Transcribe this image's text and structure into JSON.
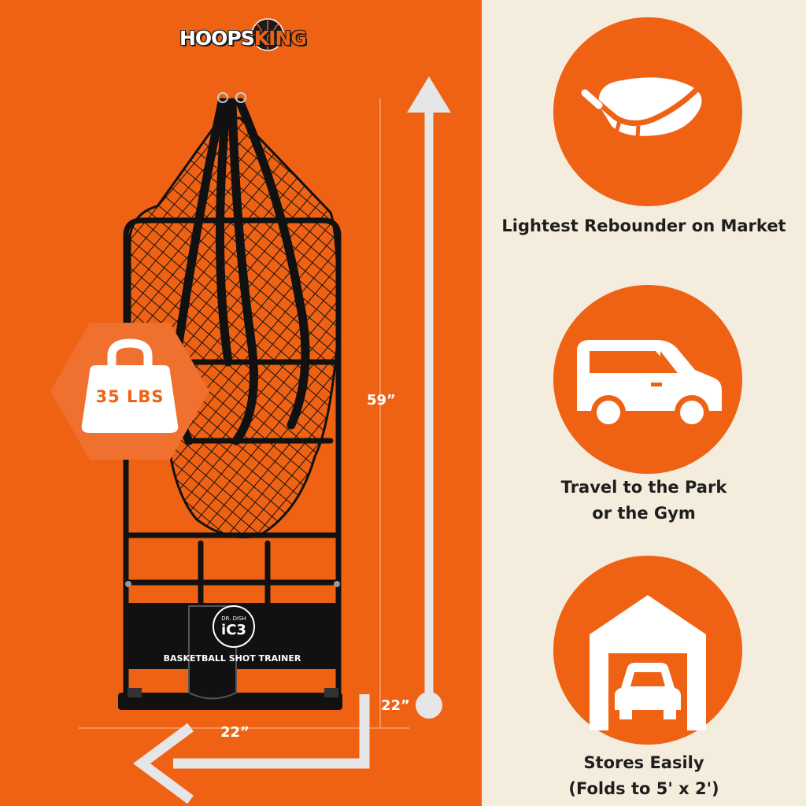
{
  "brand": {
    "name_part1": "HOOPS",
    "name_part2": "KING",
    "icon": "basketball-icon"
  },
  "product": {
    "logo_line1": "DR. DISH",
    "logo_line2": "iC3",
    "panel_text": "BASKETBALL SHOT TRAINER",
    "icon": "rebounder-net-image"
  },
  "weight_badge": {
    "label": "35 LBS",
    "icon": "weight-icon"
  },
  "dimensions": {
    "height": "59”",
    "depth": "22”",
    "width": "22”"
  },
  "features": [
    {
      "icon": "feather-icon",
      "lines": [
        "Lightest Rebounder on Market"
      ]
    },
    {
      "icon": "van-icon",
      "lines": [
        "Travel to the Park",
        "or the Gym"
      ]
    },
    {
      "icon": "garage-car-icon",
      "lines": [
        "Stores Easily",
        "(Folds to 5' x 2')"
      ]
    }
  ],
  "colors": {
    "orange": "#ef6214",
    "cream": "#f4ecdd",
    "dark": "#1e1e1e",
    "white": "#ffffff",
    "arrow": "#e6e6e6"
  }
}
